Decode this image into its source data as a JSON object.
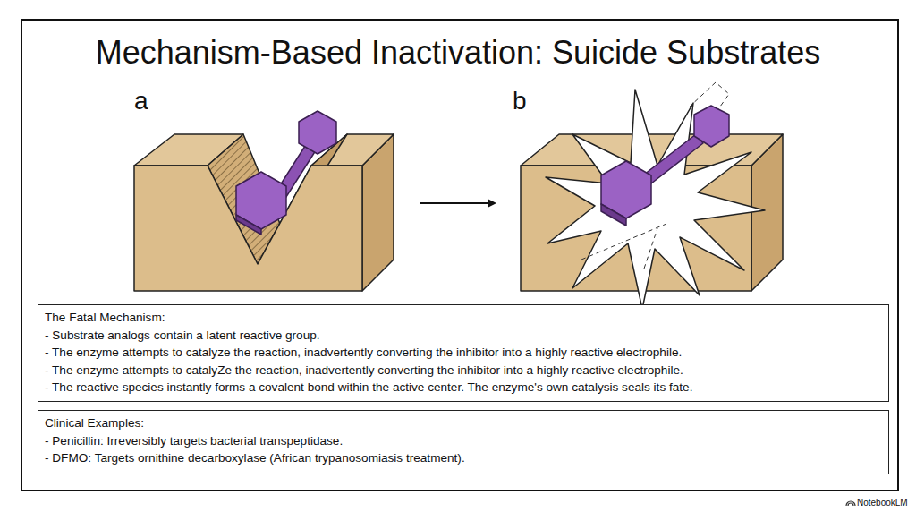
{
  "diagram": {
    "title": "Mechanism-Based Inactivation: Suicide Substrates",
    "nodes": [
      {
        "text": [
          "The Fatal Mechanism:",
          "- Substrate analogs contain a latent reactive group.",
          "- The enzyme attempts to catalyze the reaction, inadvertently converting the inhibitor into a highly reactive electrophile.",
          "- The enzyme attempts to catalyZe the reaction, inadvertently converting the inhibitor into a highly reactive electrophile.",
          "- The reactive species instantly forms a covalent bond within the active center. The enzyme's own catalysis seals its fate."
        ]
      },
      {
        "text": [
          "Clinical Examples:",
          "- Penicillin: Irreversibly targets bacterial transpeptidase.",
          "- DFMO: Targets ornithine decarboxylase (African trypanosomiasis treatment)."
        ]
      }
    ],
    "labels": [
      "a",
      "b",
      "NotebookLM"
    ]
  }
}
